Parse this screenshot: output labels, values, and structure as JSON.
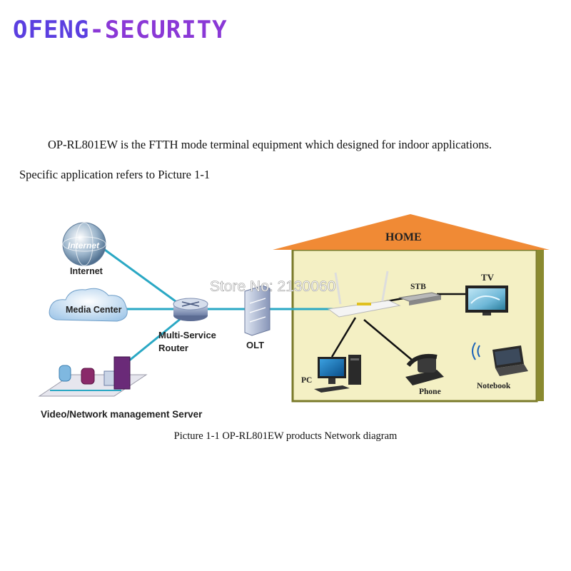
{
  "brand": {
    "part1": "OFENG",
    "part2": "-SECURITY"
  },
  "intro": {
    "line1": "OP-RL801EW is the FTTH mode terminal equipment which designed for indoor applications.",
    "line2": "Specific application refers to Picture 1-1"
  },
  "diagram": {
    "internet": "Internet",
    "internet_globe_text": "Internet",
    "media_center": "Media Center",
    "router_line1": "Multi-Service",
    "router_line2": "Router",
    "olt": "OLT",
    "server": "Video/Network management Server",
    "home": "HOME",
    "stb": "STB",
    "tv": "TV",
    "pc": "PC",
    "phone": "Phone",
    "notebook": "Notebook",
    "watermark": "Store No: 2130060"
  },
  "caption": "Picture 1-1 OP-RL801EW products Network diagram",
  "colors": {
    "link": "#2aa8c4",
    "roof": "#f08a35",
    "wall": "#f4f0c4",
    "wall_edge": "#7a7a2a"
  }
}
